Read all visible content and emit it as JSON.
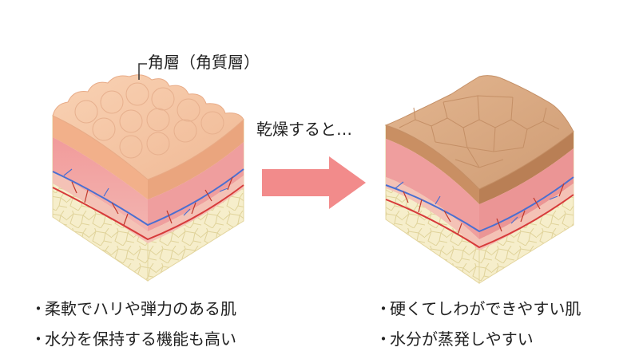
{
  "labels": {
    "stratum_corneum": "角層（角質層）",
    "drying": "乾燥すると…"
  },
  "left": {
    "bullets": [
      "柔軟でハリや弾力のある肌",
      "水分を保持する機能も高い"
    ]
  },
  "right": {
    "bullets": [
      "硬くてしわができやすい肌",
      "水分が蒸発しやすい"
    ]
  },
  "bullet_symbol": "・",
  "colors": {
    "healthy_surface": "#f6c6a5",
    "dry_surface": "#d9a77f",
    "dermis_pink": "#f0a3a3",
    "fat_yellow": "#f4ebc3",
    "artery_red": "#d73b3b",
    "vein_blue": "#4a6fd1",
    "arrow": "#f28b8b"
  }
}
